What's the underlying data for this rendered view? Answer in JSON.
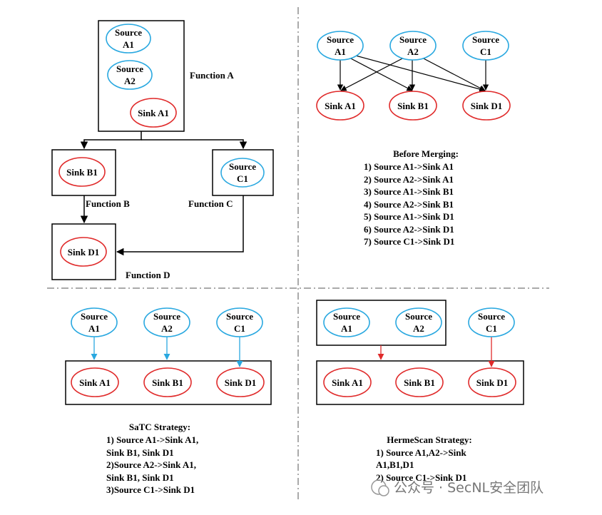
{
  "colors": {
    "source": "#29a8e0",
    "sink": "#e02b2b",
    "line": "#000000",
    "dash": "#555555"
  },
  "q1": {
    "nodes": {
      "src_a1": [
        "Source",
        "A1"
      ],
      "src_a2": [
        "Source",
        "A2"
      ],
      "snk_a1": [
        "Sink A1"
      ],
      "snk_b1": [
        "Sink B1"
      ],
      "src_c1": [
        "Source",
        "C1"
      ],
      "snk_d1": [
        "Sink D1"
      ]
    },
    "labels": {
      "function_a": "Function A",
      "function_b": "Function B",
      "function_c": "Function C",
      "function_d": "Function D"
    }
  },
  "q2": {
    "nodes": {
      "src_a1": [
        "Source",
        "A1"
      ],
      "src_a2": [
        "Source",
        "A2"
      ],
      "src_c1": [
        "Source",
        "C1"
      ],
      "snk_a1": [
        "Sink A1"
      ],
      "snk_b1": [
        "Sink B1"
      ],
      "snk_d1": [
        "Sink D1"
      ]
    },
    "title": "Before Merging:",
    "lines": [
      "1) Source A1->Sink A1",
      "2) Source A2->Sink A1",
      "3) Source A1->Sink B1",
      "4) Source A2->Sink B1",
      "5) Source A1->Sink D1",
      "6) Source A2->Sink D1",
      "7) Source C1->Sink D1"
    ]
  },
  "q3": {
    "nodes": {
      "src_a1": [
        "Source",
        "A1"
      ],
      "src_a2": [
        "Source",
        "A2"
      ],
      "src_c1": [
        "Source",
        "C1"
      ],
      "snk_a1": [
        "Sink A1"
      ],
      "snk_b1": [
        "Sink B1"
      ],
      "snk_d1": [
        "Sink D1"
      ]
    },
    "title": "SaTC Strategy:",
    "lines": [
      "1) Source A1->Sink A1,",
      "Sink B1, Sink D1",
      "2)Source A2->Sink A1,",
      "Sink B1, Sink D1",
      "3)Source C1->Sink D1"
    ]
  },
  "q4": {
    "nodes": {
      "src_a1": [
        "Source",
        "A1"
      ],
      "src_a2": [
        "Source",
        "A2"
      ],
      "src_c1": [
        "Source",
        "C1"
      ],
      "snk_a1": [
        "Sink A1"
      ],
      "snk_b1": [
        "Sink B1"
      ],
      "snk_d1": [
        "Sink D1"
      ]
    },
    "title": "HermeScan Strategy:",
    "lines": [
      "1) Source A1,A2->Sink",
      "A1,B1,D1",
      "2) Source C1->Sink D1"
    ]
  },
  "watermark": {
    "text": "公众号 · SecNL安全团队"
  }
}
